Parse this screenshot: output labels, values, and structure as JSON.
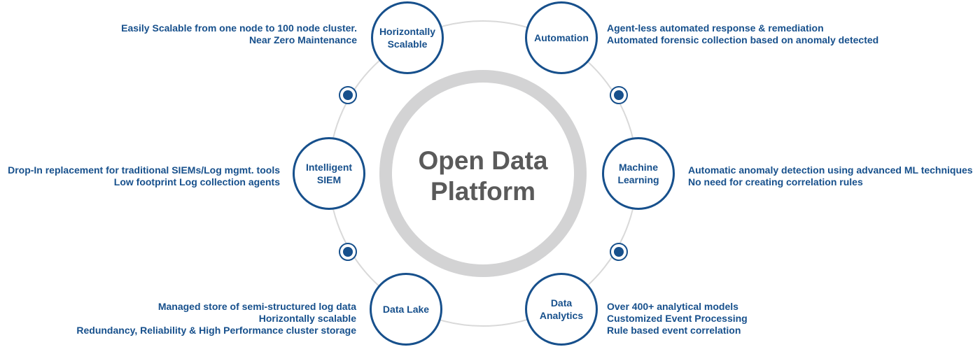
{
  "center": {
    "line1": "Open Data",
    "line2": "Platform"
  },
  "nodes": {
    "horizontally_scalable": {
      "line1": "Horizontally",
      "line2": "Scalable",
      "desc": [
        "Easily Scalable from one node to 100 node cluster.",
        "Near Zero Maintenance"
      ]
    },
    "automation": {
      "line1": "Automation",
      "desc": [
        "Agent-less automated response & remediation",
        "Automated forensic collection based on anomaly detected"
      ]
    },
    "intelligent_siem": {
      "line1": "Intelligent",
      "line2": "SIEM",
      "desc": [
        "Drop-In replacement for traditional SIEMs/Log mgmt. tools",
        "Low footprint Log collection agents"
      ]
    },
    "machine_learning": {
      "line1": "Machine",
      "line2": "Learning",
      "desc": [
        "Automatic anomaly detection using advanced ML techniques",
        "No need for creating correlation rules"
      ]
    },
    "data_lake": {
      "line1": "Data Lake",
      "desc": [
        "Managed store of semi-structured log data",
        "Horizontally scalable",
        "Redundancy, Reliability & High Performance cluster storage"
      ]
    },
    "data_analytics": {
      "line1": "Data",
      "line2": "Analytics",
      "desc": [
        "Over 400+ analytical models",
        "Customized Event Processing",
        "Rule based event correlation"
      ]
    }
  },
  "colors": {
    "primary": "#17508c",
    "ring": "#d3d3d4",
    "orbit": "#d9d9d9",
    "center_text": "#5a5a5a"
  }
}
